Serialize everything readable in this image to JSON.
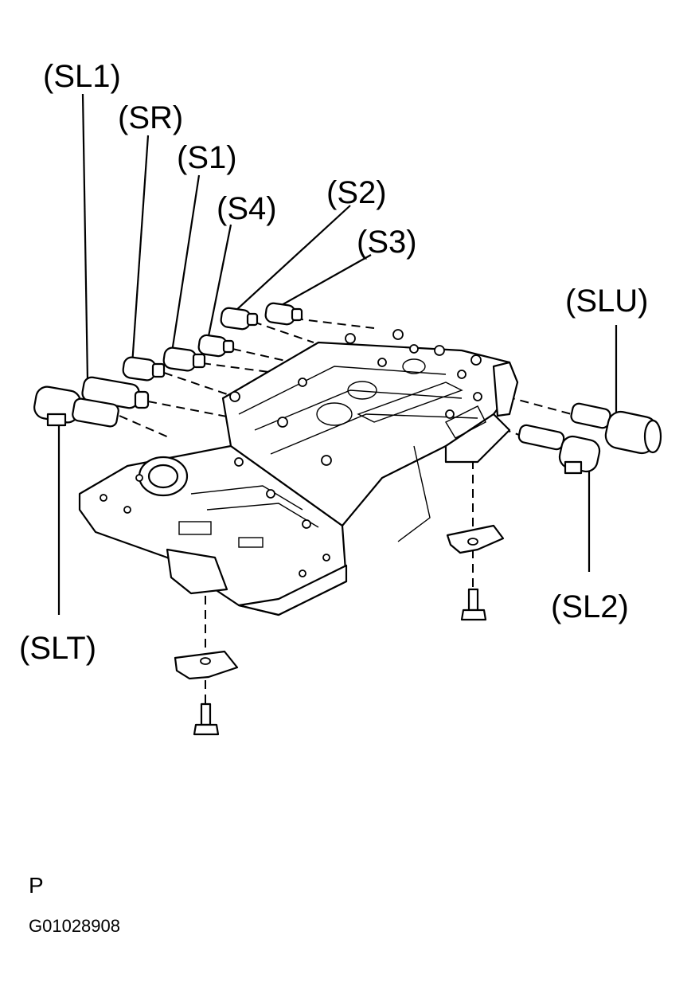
{
  "labels": {
    "sl1": "(SL1)",
    "sr": "(SR)",
    "s1": "(S1)",
    "s4": "(S4)",
    "s2": "(S2)",
    "s3": "(S3)",
    "slu": "(SLU)",
    "sl2": "(SL2)",
    "slt": "(SLT)"
  },
  "footer": {
    "code_letter": "P",
    "figure_id": "G01028908"
  }
}
